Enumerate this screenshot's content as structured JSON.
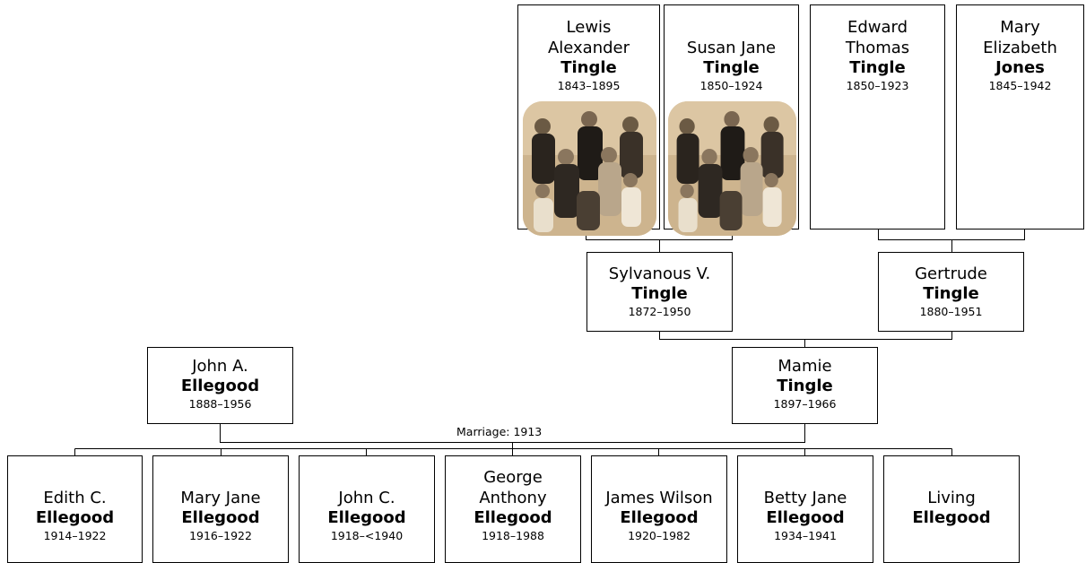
{
  "marriage_label": "Marriage: 1913",
  "people": {
    "lewis": {
      "given": [
        "Lewis",
        "Alexander"
      ],
      "surname": "Tingle",
      "dates": "1843–1895",
      "photo_alt": "Tingle family portrait"
    },
    "susan": {
      "given": [
        "Susan Jane"
      ],
      "surname": "Tingle",
      "dates": "1850–1924",
      "photo_alt": "Tingle family portrait"
    },
    "edward": {
      "given": [
        "Edward",
        "Thomas"
      ],
      "surname": "Tingle",
      "dates": "1850–1923"
    },
    "mary_e": {
      "given": [
        "Mary",
        "Elizabeth"
      ],
      "surname": "Jones",
      "dates": "1845–1942"
    },
    "sylvanous": {
      "given": [
        "Sylvanous V."
      ],
      "surname": "Tingle",
      "dates": "1872–1950"
    },
    "gertrude": {
      "given": [
        "Gertrude"
      ],
      "surname": "Tingle",
      "dates": "1880–1951"
    },
    "john_a": {
      "given": [
        "John A."
      ],
      "surname": "Ellegood",
      "dates": "1888–1956"
    },
    "mamie": {
      "given": [
        "Mamie"
      ],
      "surname": "Tingle",
      "dates": "1897–1966"
    },
    "edith": {
      "given": [
        "Edith C."
      ],
      "surname": "Ellegood",
      "dates": "1914–1922"
    },
    "mary_jane": {
      "given": [
        "Mary Jane"
      ],
      "surname": "Ellegood",
      "dates": "1916–1922"
    },
    "john_c": {
      "given": [
        "John C."
      ],
      "surname": "Ellegood",
      "dates": "1918–<1940"
    },
    "george": {
      "given": [
        "George",
        "Anthony"
      ],
      "surname": "Ellegood",
      "dates": "1918–1988"
    },
    "james": {
      "given": [
        "James Wilson"
      ],
      "surname": "Ellegood",
      "dates": "1920–1982"
    },
    "betty": {
      "given": [
        "Betty Jane"
      ],
      "surname": "Ellegood",
      "dates": "1934–1941"
    },
    "living": {
      "given": [
        "Living"
      ],
      "surname": "Ellegood",
      "dates": ""
    }
  }
}
